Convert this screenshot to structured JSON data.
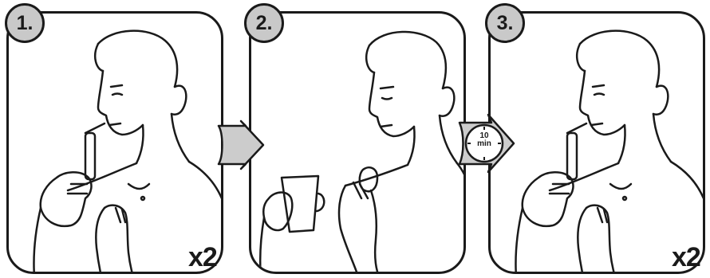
{
  "steps": [
    {
      "number": "1.",
      "repeat": "x2"
    },
    {
      "number": "2."
    },
    {
      "number": "3.",
      "repeat": "x2"
    }
  ],
  "timer": {
    "value": "10",
    "unit": "min"
  },
  "colors": {
    "line": "#1a1a1a",
    "badge_fill": "#c9c9c9",
    "arrow_fill": "#cccccc",
    "background": "#ffffff"
  },
  "icons": [
    "nasal-spray-icon",
    "cup-icon",
    "timer-icon",
    "arrow-right-icon"
  ]
}
